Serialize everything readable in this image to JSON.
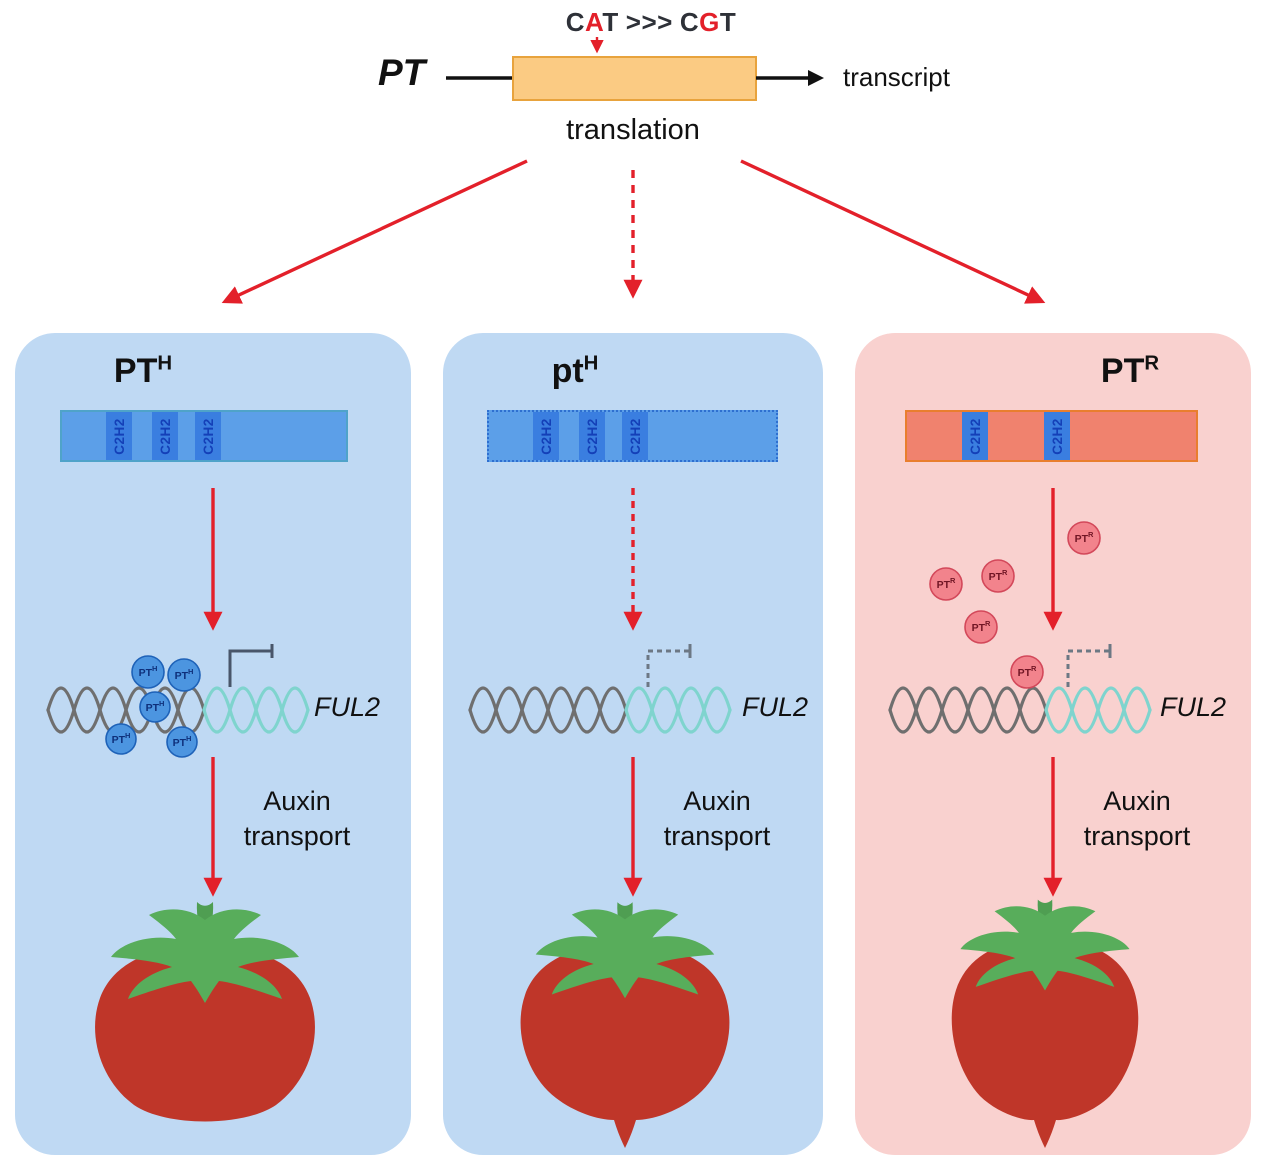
{
  "header": {
    "mutation": {
      "c1": "C",
      "red1": "A",
      "t1": "T",
      "separator": "&gt;&gt;&gt;",
      "sep_plain": ">>>",
      "c2": "C",
      "red2": "G",
      "t2": "T"
    },
    "gene_label": "PT",
    "transcript_label": "transcript",
    "translation_label": "translation"
  },
  "panels": [
    {
      "title": {
        "base": "PT",
        "sup": "H"
      },
      "domain_label": "C2H2",
      "protein": {
        "base": "PT",
        "sup": "H"
      },
      "target_gene": "FUL2",
      "process_label": "Auxin transport"
    },
    {
      "title": {
        "base": "pt",
        "sup": "H"
      },
      "domain_label": "C2H2",
      "target_gene": "FUL2",
      "process_label": "Auxin transport"
    },
    {
      "title": {
        "base": "PT",
        "sup": "R"
      },
      "domain_label": "C2H2",
      "protein": {
        "base": "PT",
        "sup": "R"
      },
      "target_gene": "FUL2",
      "process_label": "Auxin transport"
    }
  ],
  "colors": {
    "accent_red": "#E3202A",
    "panel_blue": "#BFD9F3",
    "panel_pink": "#F9D1CF",
    "gene_box_fill": "#FBCB83",
    "gene_box_border": "#E8A33D",
    "protein_bar_blue": "#5C9FE8",
    "domain_segment_blue": "#3A7EE0",
    "protein_bar_salmon": "#F0826E",
    "dna_grey": "#6F6F6F",
    "dna_cyan": "#7FD4CE",
    "tomato_red": "#BF3629",
    "leaf_green": "#58AD5B"
  }
}
